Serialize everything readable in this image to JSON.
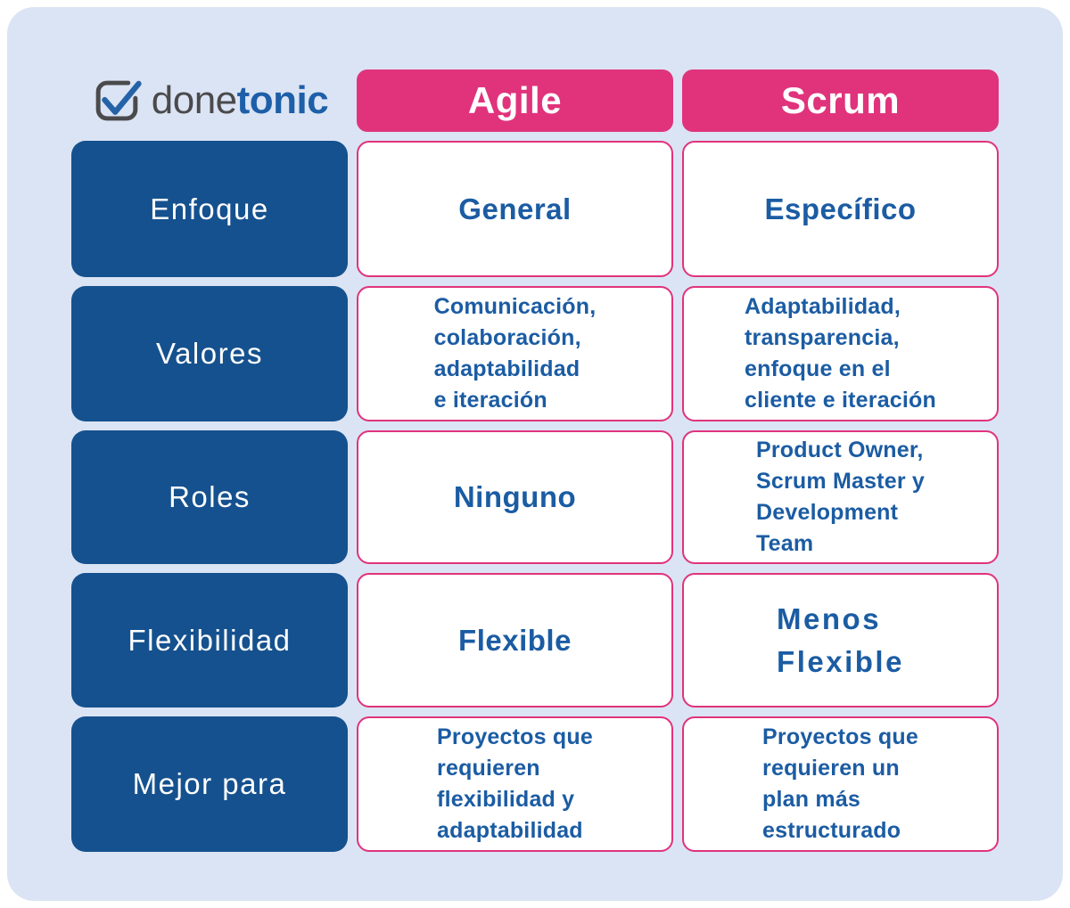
{
  "brand": {
    "icon": "checkbox-check-icon",
    "name_regular": "done",
    "name_bold": "tonic"
  },
  "table": {
    "column_headers": [
      "Agile",
      "Scrum"
    ],
    "rows": [
      {
        "label": "Enfoque",
        "agile": "General",
        "scrum": "Específico"
      },
      {
        "label": "Valores",
        "agile": "Comunicación,\ncolaboración,\nadaptabilidad\ne iteración",
        "scrum": "Adaptabilidad,\ntransparencia,\nenfoque en el\ncliente e iteración"
      },
      {
        "label": "Roles",
        "agile": "Ninguno",
        "scrum": "Product Owner,\nScrum Master y\nDevelopment\nTeam"
      },
      {
        "label": "Flexibilidad",
        "agile": "Flexible",
        "scrum": "Menos\nFlexible"
      },
      {
        "label": "Mejor para",
        "agile": "Proyectos que\nrequieren\nflexibilidad y\nadaptabilidad",
        "scrum": "Proyectos que\nrequieren un\nplan más\nestructurado"
      }
    ]
  },
  "colors": {
    "card_background": "#dbe4f4",
    "pink": "#e0337c",
    "dark_blue": "#15518e",
    "text_blue": "#1b5ca3",
    "logo_gray": "#4a4a4c",
    "logo_blue": "#1d5fa8",
    "white": "#ffffff"
  }
}
